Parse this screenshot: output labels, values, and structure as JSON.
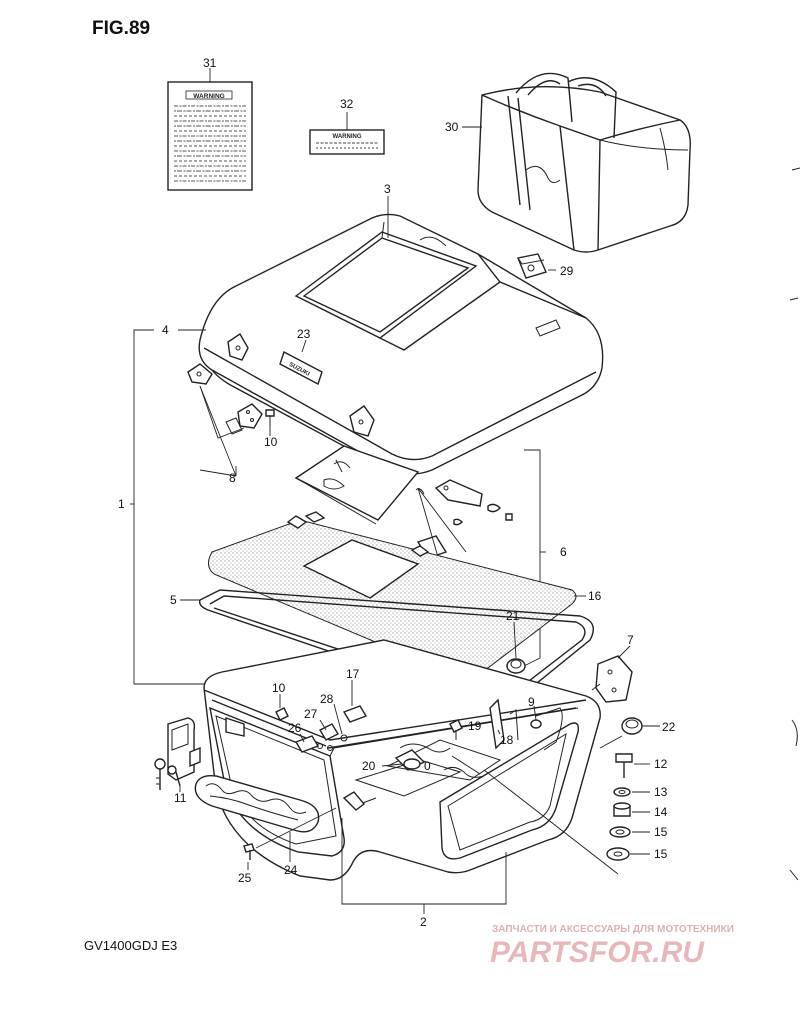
{
  "figure": {
    "title": "FIG.89",
    "model": "GV1400GDJ  E3"
  },
  "labels": {
    "warning_large": "WARNING",
    "warning_small": "WARNING",
    "emblem": "SUZUKI"
  },
  "watermark": {
    "tagline": "ЗАПЧАСТИ И АКСЕССУАРЫ ДЛЯ МОТОТЕХНИКИ",
    "brand": "PARTSFOR.RU",
    "brand_color": "#e8b8b8"
  },
  "callouts": {
    "c1": "1",
    "c2": "2",
    "c3": "3",
    "c4": "4",
    "c5": "5",
    "c6": "6",
    "c7": "7",
    "c8": "8",
    "c9": "9",
    "c10a": "10",
    "c10b": "10",
    "c11": "11",
    "c12": "12",
    "c13": "13",
    "c14": "14",
    "c15a": "15",
    "c15b": "15",
    "c16": "16",
    "c17": "17",
    "c18": "18",
    "c19": "19",
    "c20": "20",
    "c21": "21",
    "c22": "22",
    "c23": "23",
    "c24": "24",
    "c25": "25",
    "c26": "26",
    "c27": "27",
    "c28": "28",
    "c29": "29",
    "c30": "30",
    "c31": "31",
    "c32": "32",
    "c0": "0"
  }
}
